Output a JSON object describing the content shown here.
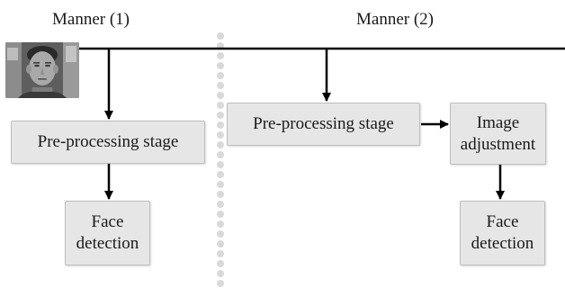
{
  "manner1": {
    "title": "Manner (1)",
    "preprocessing_label": "Pre-processing stage",
    "face_detection_label": "Face\ndetection"
  },
  "manner2": {
    "title": "Manner (2)",
    "preprocessing_label": "Pre-processing stage",
    "image_adjustment_label": "Image\nadjustment",
    "face_detection_label": "Face\ndetection"
  },
  "colors": {
    "box_fill": "#e6e6e6",
    "box_border": "#bdbdbd",
    "line": "#000000",
    "separator_dots": "#d9d9d9"
  },
  "icons": {
    "input_image": "face-photo"
  }
}
